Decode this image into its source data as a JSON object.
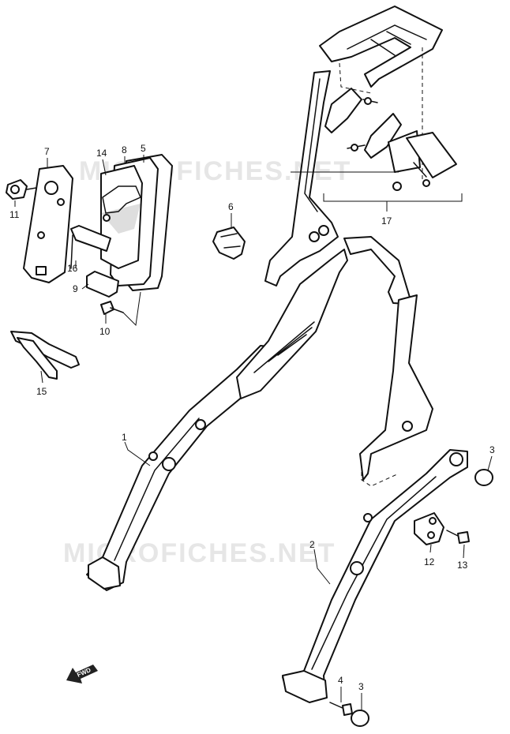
{
  "watermarks": [
    "MICROFICHES.NET",
    "MICROFICHES.NET"
  ],
  "fwd_label": "FWD",
  "callouts": {
    "c1": "1",
    "c2": "2",
    "c3a": "3",
    "c3b": "3",
    "c4": "4",
    "c5": "5",
    "c6": "6",
    "c7": "7",
    "c8": "8",
    "c9": "9",
    "c10": "10",
    "c11": "11",
    "c12": "12",
    "c13": "13",
    "c14": "14",
    "c15": "15",
    "c16": "16",
    "c17": "17"
  }
}
